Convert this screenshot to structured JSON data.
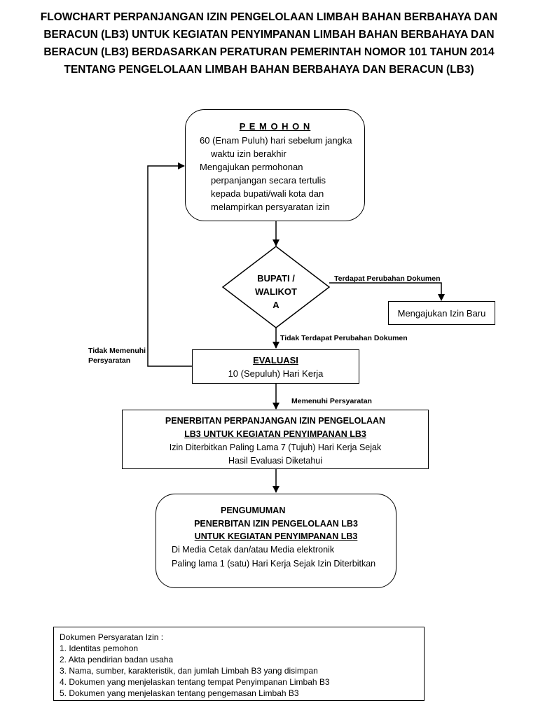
{
  "title": [
    "FLOWCHART PERPANJANGAN IZIN PENGELOLAAN LIMBAH BAHAN BERBAHAYA DAN",
    "BERACUN (LB3) UNTUK KEGIATAN PENYIMPANAN LIMBAH BAHAN BERBAHAYA DAN",
    "BERACUN (LB3) BERDASARKAN PERATURAN PEMERINTAH NOMOR 101 TAHUN 2014",
    "TENTANG PENGELOLAAN LIMBAH BAHAN BERBAHAYA DAN BERACUN (LB3)"
  ],
  "pemohon": {
    "heading": "P E M O H O N",
    "lines": [
      "60 (Enam Puluh) hari sebelum jangka",
      "waktu izin berakhir",
      "Mengajukan permohonan",
      "perpanjangan secara tertulis",
      "kepada bupati/wali kota dan",
      "melampirkan persyaratan izin"
    ]
  },
  "decision": {
    "line1": "BUPATI /",
    "line2": "WALIKOT",
    "line3": "A",
    "yes_label": "Terdapat Perubahan Dokumen",
    "no_label": "Tidak Terdapat Perubahan Dokumen"
  },
  "izin_baru": "Mengajukan Izin Baru",
  "evaluasi": {
    "heading": "EVALUASI",
    "text": "10 (Sepuluh) Hari Kerja",
    "reject_label_1": "Tidak Memenuhi",
    "reject_label_2": "Persyaratan",
    "pass_label": "Memenuhi Persyaratan"
  },
  "penerbitan": {
    "line1": "PENERBITAN PERPANJANGAN  IZIN PENGELOLAAN",
    "line2": "LB3 UNTUK KEGIATAN PENYIMPANAN LB3",
    "line3": "Izin Diterbitkan Paling Lama 7 (Tujuh) Hari Kerja Sejak",
    "line4": "Hasil Evaluasi Diketahui"
  },
  "pengumuman": {
    "line1": "PENGUMUMAN",
    "line2": "PENERBITAN IZIN PENGELOLAAN LB3",
    "line3": "UNTUK KEGIATAN PENYIMPANAN LB3",
    "line4": "Di  Media Cetak dan/atau Media elektronik",
    "line5": "Paling lama 1 (satu) Hari Kerja Sejak Izin Diterbitkan"
  },
  "dokumen": {
    "heading": "Dokumen Persyaratan Izin :",
    "items": [
      "1. Identitas pemohon",
      "2. Akta pendirian badan usaha",
      "3. Nama, sumber, karakteristik, dan jumlah Limbah B3 yang disimpan",
      "4. Dokumen yang menjelaskan tentang tempat Penyimpanan Limbah B3",
      "5. Dokumen yang menjelaskan tentang pengemasan Limbah B3"
    ]
  }
}
